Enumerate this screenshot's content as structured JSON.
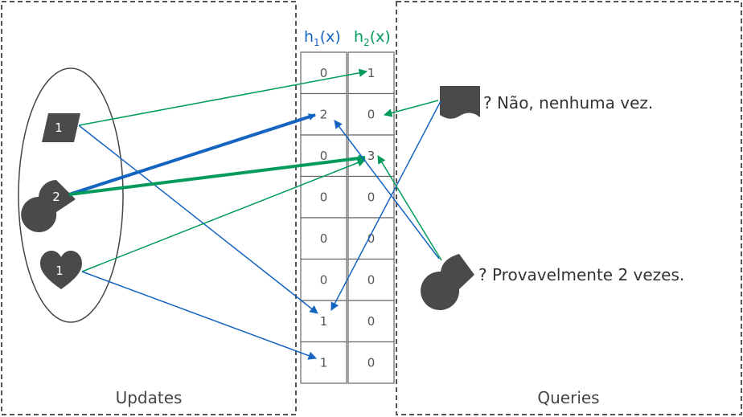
{
  "panels": {
    "updates_label": "Updates",
    "queries_label": "Queries"
  },
  "headers": {
    "h1": {
      "base": "h",
      "sub": "1",
      "tail": "(x)"
    },
    "h2": {
      "base": "h",
      "sub": "2",
      "tail": "(x)"
    }
  },
  "colors": {
    "h1": "#1565c0",
    "h2": "#009b5a",
    "shape": "#4a4a4a"
  },
  "table": {
    "h1": [
      "0",
      "2",
      "0",
      "0",
      "0",
      "0",
      "1",
      "1"
    ],
    "h2": [
      "1",
      "0",
      "3",
      "0",
      "0",
      "0",
      "0",
      "0"
    ]
  },
  "update_items": [
    {
      "icon": "flag-icon",
      "count": "1"
    },
    {
      "icon": "pie-slice-icon",
      "count": "2"
    },
    {
      "icon": "heart-icon",
      "count": "1"
    }
  ],
  "queries": [
    {
      "icon": "wavy-flag-icon",
      "answer": "? Não, nenhuma vez."
    },
    {
      "icon": "pie-slice-icon",
      "answer": "? Provavelmente 2 vezes."
    }
  ]
}
